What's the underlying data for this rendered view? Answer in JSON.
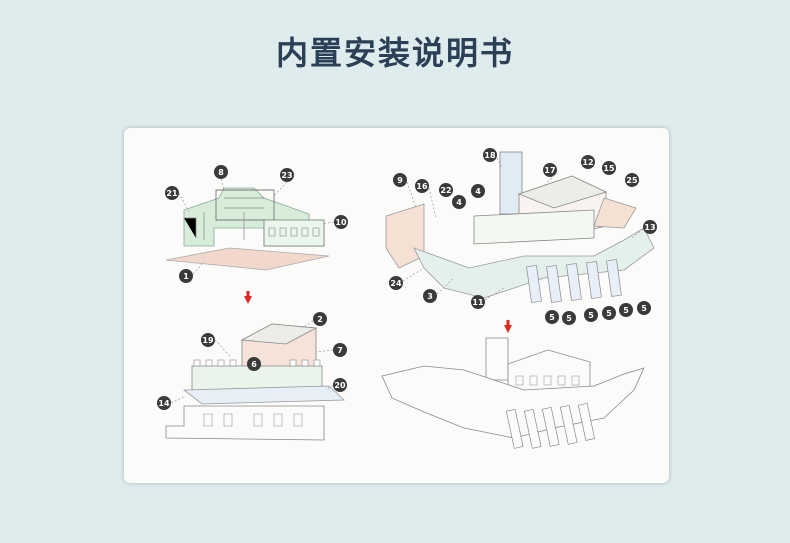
{
  "page": {
    "title": "内置安装说明书"
  },
  "sheet": {
    "step1_callouts": [
      "1",
      "8",
      "21",
      "23",
      "10"
    ],
    "step2_callouts": [
      "19",
      "2",
      "6",
      "7",
      "14",
      "20"
    ],
    "step3_callouts": [
      "18",
      "9",
      "16",
      "22",
      "4",
      "4",
      "17",
      "12",
      "15",
      "25",
      "13",
      "24",
      "3",
      "11",
      "5",
      "5",
      "5",
      "5",
      "5",
      "5"
    ],
    "arrow_color": "#e0251f",
    "callout_color": "#3a3a3a"
  }
}
